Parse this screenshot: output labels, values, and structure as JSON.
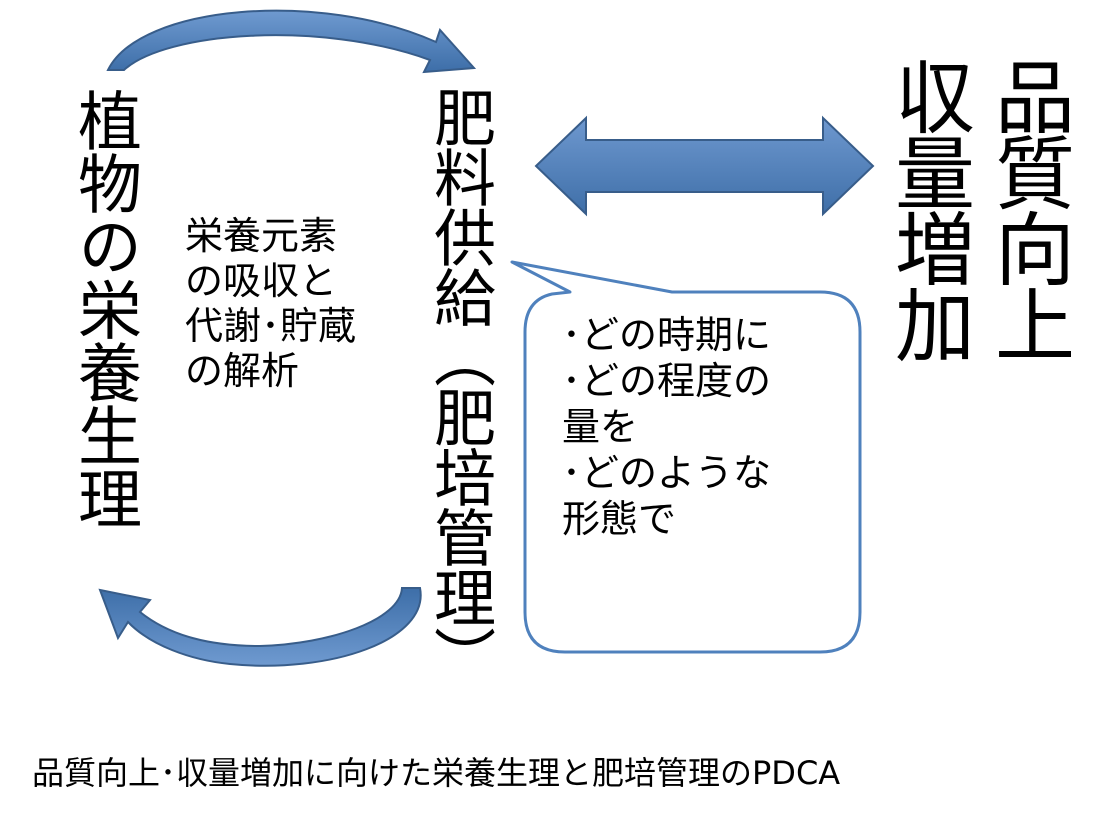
{
  "left_column": {
    "text": "植物の栄養生理"
  },
  "center_column": {
    "text": "肥料供給（肥培管理）"
  },
  "middle_note": {
    "text": "栄養元素\nの吸収と\n代謝･貯蔵\nの解析"
  },
  "right_columns": {
    "line1": "品質向上",
    "line2": "収量増加"
  },
  "callout": {
    "text": "･どの時期に\n･どの程度の\n量を\n･どのような\n形態で"
  },
  "caption": {
    "text": "品質向上･収量増加に向けた栄養生理と肥培管理のPDCA"
  },
  "colors": {
    "arrow_fill": "#4f81bd",
    "arrow_stroke": "#385d8a",
    "arrow_fill_dark": "#3a6aa3",
    "bubble_border": "#4f81bd"
  }
}
